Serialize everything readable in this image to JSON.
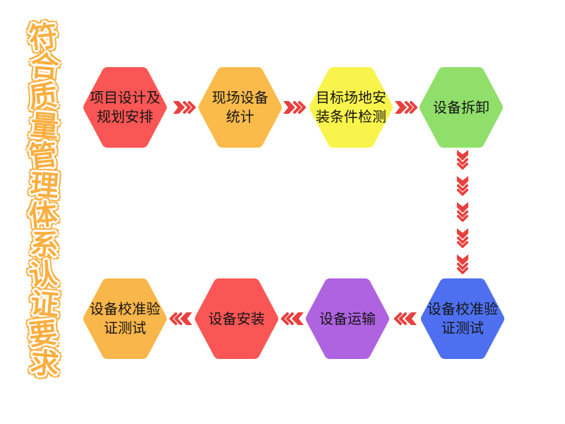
{
  "title": {
    "text": "符合质量管理体系认证要求"
  },
  "colors": {
    "title": "#FBAE3E",
    "arrow": "#E8403E",
    "node_red": "#FA5655",
    "node_orange": "#FBBB4B",
    "node_yellow": "#F9F44C",
    "node_green": "#90DF6B",
    "node_blue": "#4E70F0",
    "node_purple": "#AF63E0",
    "node_gold": "#F9B64A",
    "label_text": "#151515"
  },
  "nodes": [
    {
      "id": "project-design",
      "lines": [
        "项目设计及",
        "规划安排"
      ],
      "color": "#FA5655"
    },
    {
      "id": "site-equipment-stats",
      "lines": [
        "现场设备",
        "统计"
      ],
      "color": "#FBBB4B"
    },
    {
      "id": "site-install-condition-check",
      "lines": [
        "目标场地安",
        "装条件检测"
      ],
      "color": "#F9F44C"
    },
    {
      "id": "equipment-disassembly",
      "lines": [
        "设备拆卸"
      ],
      "color": "#90DF6B"
    },
    {
      "id": "calibration-verification-test-1",
      "lines": [
        "设备校准验",
        "证测试"
      ],
      "color": "#4E70F0"
    },
    {
      "id": "equipment-transport",
      "lines": [
        "设备运输"
      ],
      "color": "#AF63E0"
    },
    {
      "id": "equipment-installation",
      "lines": [
        "设备安装"
      ],
      "color": "#FA5655"
    },
    {
      "id": "calibration-verification-test-2",
      "lines": [
        "设备校准验",
        "证测试"
      ],
      "color": "#F9B64A"
    }
  ]
}
